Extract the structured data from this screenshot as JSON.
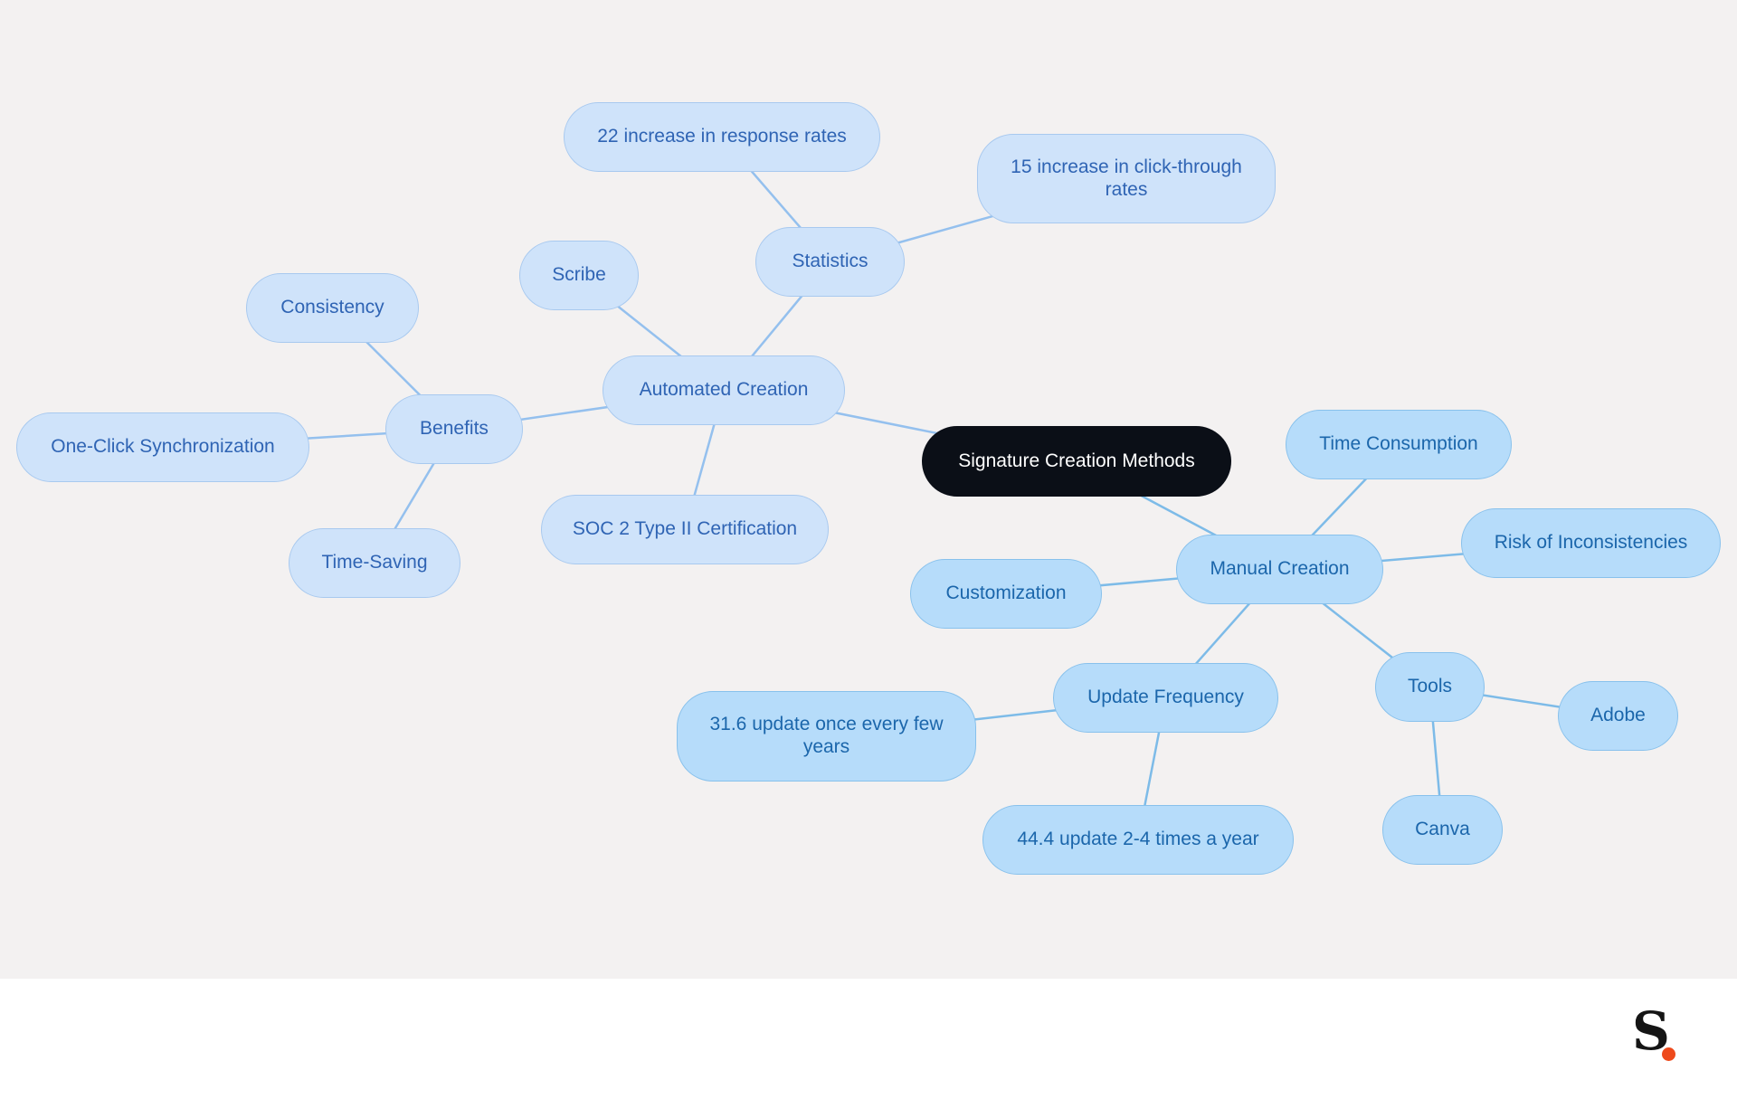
{
  "diagram": {
    "root": {
      "id": "root",
      "label": "Signature Creation Methods"
    },
    "nodes": [
      {
        "id": "automated",
        "label": "Automated Creation",
        "parent": "root"
      },
      {
        "id": "statistics",
        "label": "Statistics",
        "parent": "automated"
      },
      {
        "id": "stat-response",
        "label": "22 increase in response rates",
        "parent": "statistics"
      },
      {
        "id": "stat-click",
        "label": "15 increase in click-through rates",
        "parent": "statistics"
      },
      {
        "id": "scribe",
        "label": "Scribe",
        "parent": "automated"
      },
      {
        "id": "soc2",
        "label": "SOC 2 Type II Certification",
        "parent": "automated"
      },
      {
        "id": "benefits",
        "label": "Benefits",
        "parent": "automated"
      },
      {
        "id": "consistency",
        "label": "Consistency",
        "parent": "benefits"
      },
      {
        "id": "one-click",
        "label": "One-Click Synchronization",
        "parent": "benefits"
      },
      {
        "id": "time-saving",
        "label": "Time-Saving",
        "parent": "benefits"
      },
      {
        "id": "manual",
        "label": "Manual Creation",
        "parent": "root"
      },
      {
        "id": "time-consumption",
        "label": "Time Consumption",
        "parent": "manual"
      },
      {
        "id": "risk",
        "label": "Risk of Inconsistencies",
        "parent": "manual"
      },
      {
        "id": "customization",
        "label": "Customization",
        "parent": "manual"
      },
      {
        "id": "update-frequency",
        "label": "Update Frequency",
        "parent": "manual"
      },
      {
        "id": "update-few-years",
        "label": "31.6 update once every few years",
        "parent": "update-frequency"
      },
      {
        "id": "update-2-4",
        "label": "44.4 update 2-4 times a year",
        "parent": "update-frequency"
      },
      {
        "id": "tools",
        "label": "Tools",
        "parent": "manual"
      },
      {
        "id": "adobe",
        "label": "Adobe",
        "parent": "tools"
      },
      {
        "id": "canva",
        "label": "Canva",
        "parent": "tools"
      }
    ]
  },
  "colors": {
    "canvas_background": "#f3f1f1",
    "root_fill": "#0b0f17",
    "automated_branch_fill": "#cfe3fa",
    "manual_branch_fill": "#b6dcfa",
    "automated_edge": "#94c0ee",
    "manual_edge": "#7dbbe8",
    "logo_dot": "#ee4a1c"
  },
  "brand": {
    "logo": "s-dot-logo"
  }
}
